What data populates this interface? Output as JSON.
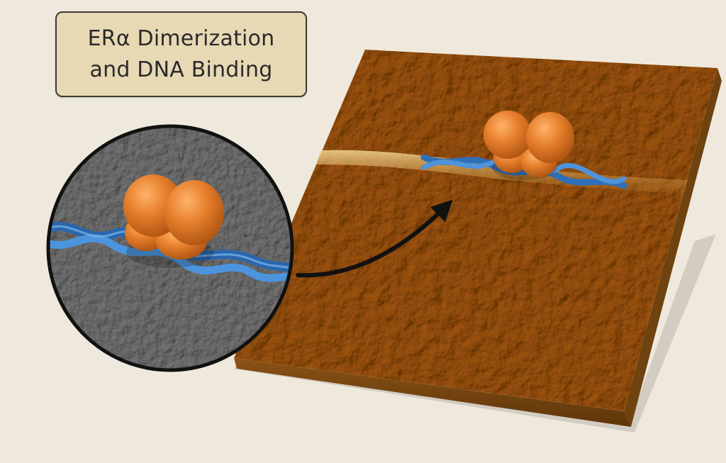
{
  "title": {
    "line1": "ERα Dimerization",
    "line2": "and DNA Binding"
  },
  "colors": {
    "background": "#efe9dd",
    "title_box_fill": "#e8d9b5",
    "afm_surface": "#b0782a",
    "afm_highlight": "#e0b464",
    "dna": "#3c7fc9",
    "protein": "#e07a2a",
    "inset_gray": "#8a8a8a",
    "arrow": "#111111"
  },
  "icons": {
    "inset": "magnified-inset-circle",
    "arrow": "curved-arrow-icon"
  }
}
